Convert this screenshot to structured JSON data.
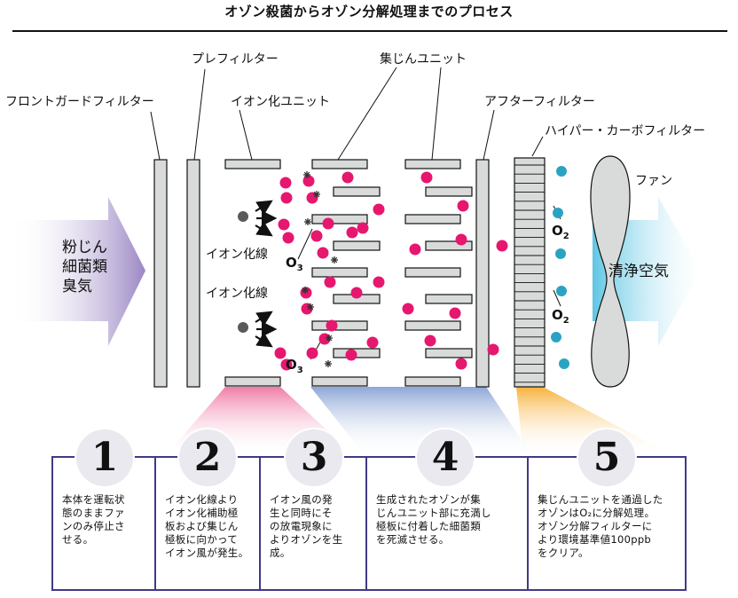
{
  "title": "オゾン殺菌からオゾン分解処理までのプロセス",
  "labels": {
    "front_guard": "フロントガードフィルター",
    "pre_filter": "プレフィルター",
    "ion_unit": "イオン化ユニット",
    "collector_unit": "集じんユニット",
    "after_filter": "アフターフィルター",
    "hyper_carbon": "ハイパー・カーボフィルター",
    "fan": "ファン",
    "ion_line_1": "イオン化線",
    "ion_line_2": "イオン化線",
    "o3_1": "O",
    "o3_2": "O",
    "o3_sub": "3",
    "o2_1": "O",
    "o2_2": "O",
    "o2_sub": "2"
  },
  "inlet": "粉じん\n細菌類\n臭気",
  "outlet": "清浄空気",
  "steps": [
    {
      "number": "1",
      "text": "本体を運転状\n態のままファ\nンのみ停止さ\nせる。"
    },
    {
      "number": "2",
      "text": "イオン化線より\nイオン化補助極\n板および集じん\n極板に向かって\nイオン風が発生。"
    },
    {
      "number": "3",
      "text": "イオン風の発\n生と同時にそ\nの放電現象に\nよりオゾンを生\n成。"
    },
    {
      "number": "4",
      "text": "生成されたオゾンが集\nじんユニット部に充満し\n極板に付着した細菌類\nを死滅させる。"
    },
    {
      "number": "5",
      "text": "集じんユニットを通過した\nオゾンはO₂に分解処理。\nオゾン分解フィルターに\nより環境基準値100ppb\nをクリア。"
    }
  ],
  "colors": {
    "plate_fill": "#d9dbdb",
    "ozone_pink": "#e6176e",
    "oxygen_blue": "#2aa3c3",
    "ion_gray": "#5a5a5a",
    "step_border": "#3f3a86",
    "inlet_arrow": "#a08fc6",
    "outlet_arrow": "#6dcde6"
  }
}
